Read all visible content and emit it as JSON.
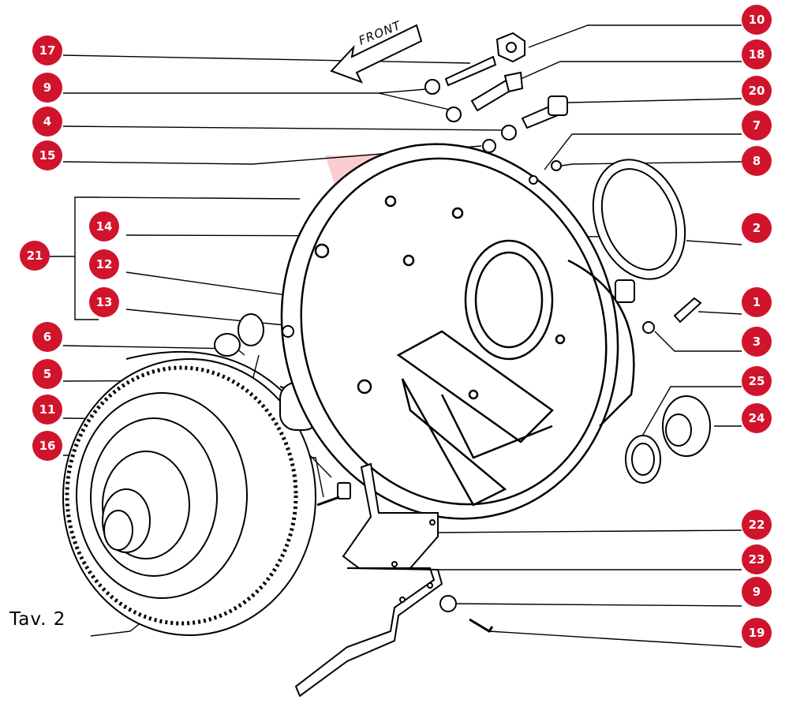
{
  "caption": "Tav. 2",
  "front_arrow": "FRONT",
  "colors": {
    "callout": "#d0142c",
    "line": "#000000",
    "watermark": "#e8202f"
  },
  "callouts": [
    {
      "id": "c17a",
      "label": "17"
    },
    {
      "id": "c9a",
      "label": "9"
    },
    {
      "id": "c4",
      "label": "4"
    },
    {
      "id": "c15",
      "label": "15"
    },
    {
      "id": "c21",
      "label": "21"
    },
    {
      "id": "c14",
      "label": "14"
    },
    {
      "id": "c12",
      "label": "12"
    },
    {
      "id": "c13",
      "label": "13"
    },
    {
      "id": "c6",
      "label": "6"
    },
    {
      "id": "c5",
      "label": "5"
    },
    {
      "id": "c11",
      "label": "11"
    },
    {
      "id": "c16",
      "label": "16"
    },
    {
      "id": "c10",
      "label": "10"
    },
    {
      "id": "c18",
      "label": "18"
    },
    {
      "id": "c20",
      "label": "20"
    },
    {
      "id": "c7",
      "label": "7"
    },
    {
      "id": "c8",
      "label": "8"
    },
    {
      "id": "c2",
      "label": "2"
    },
    {
      "id": "c1",
      "label": "1"
    },
    {
      "id": "c3",
      "label": "3"
    },
    {
      "id": "c25",
      "label": "25"
    },
    {
      "id": "c24",
      "label": "24"
    },
    {
      "id": "c22",
      "label": "22"
    },
    {
      "id": "c23",
      "label": "23"
    },
    {
      "id": "c9b",
      "label": "9"
    },
    {
      "id": "c19",
      "label": "19"
    }
  ]
}
